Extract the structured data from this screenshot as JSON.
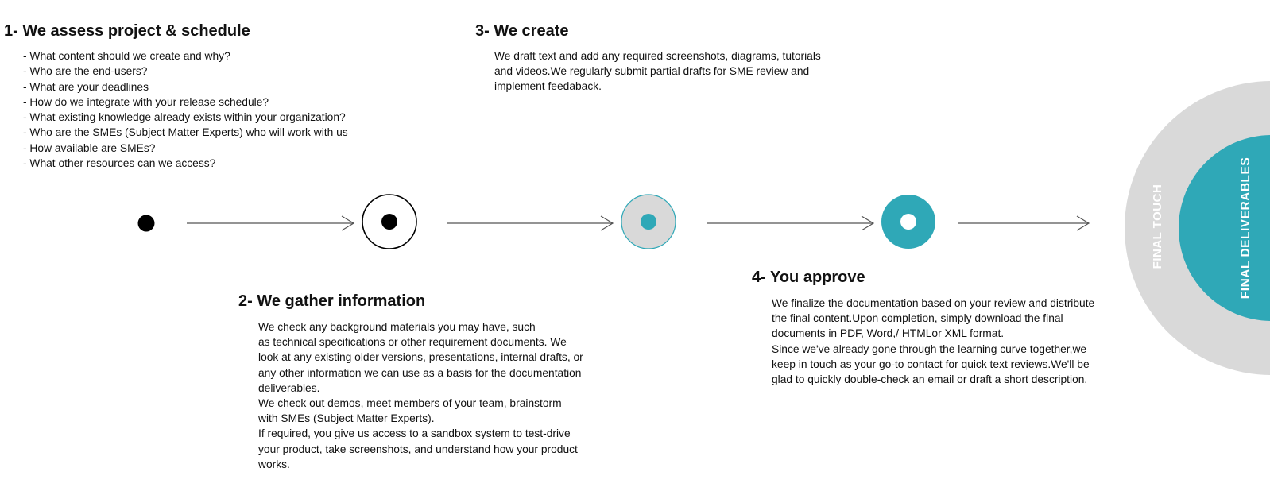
{
  "step1": {
    "heading": "1- We assess project & schedule",
    "items": [
      "- What content should we create and why?",
      "- Who are the end-users?",
      "- What are your deadlines",
      "- How  do we integrate with your release schedule?",
      "- What existing knowledge already exists within your organization?",
      "- Who are the SMEs (Subject Matter Experts) who will work with us",
      "- How available are SMEs?",
      "- What other resources can we access?"
    ]
  },
  "step2": {
    "heading": "2- We gather information",
    "lines": [
      "We check any background materials you may have, such",
      "as technical specifications or other requirement documents. We",
      "look at any existing older versions, presentations, internal drafts, or",
      "any other information we can use as a basis for the documentation",
      "deliverables.",
      "We check out demos, meet members of your team, brainstorm",
      "with SMEs (Subject Matter Experts).",
      "If required, you give us access to a sandbox system to test-drive",
      "your product, take screenshots, and understand how your product",
      "works."
    ]
  },
  "step3": {
    "heading": "3- We create",
    "lines": [
      "We draft text and add any required screenshots, diagrams, tutorials",
      "and videos.We regularly submit partial drafts for SME review and",
      "implement feedaback."
    ]
  },
  "step4": {
    "heading": "4- You approve",
    "lines": [
      "We finalize the documentation based on your review and distribute",
      "the final content.Upon completion, simply download the final",
      "documents in PDF, Word,/ HTMLor XML format.",
      "Since we've already gone through the learning curve together,we",
      "keep in touch as your go-to contact for quick text reviews.We'll be",
      "glad to quickly double-check an email or draft a short description."
    ]
  },
  "final": {
    "outer_label": "FINAL TOUCH",
    "inner_label": "FINAL DELIVERABLES"
  },
  "colors": {
    "teal": "#2fa8b7",
    "light_gray": "#d9d9d9",
    "black": "#000000",
    "arrow": "#555555"
  }
}
